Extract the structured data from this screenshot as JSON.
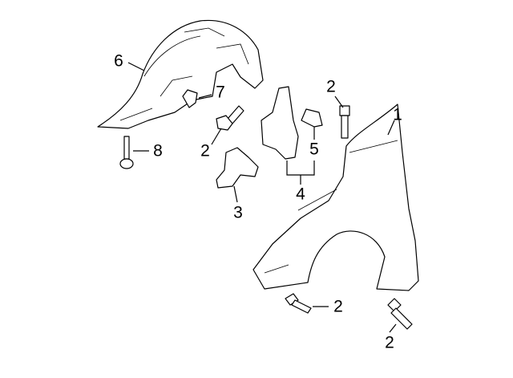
{
  "diagram": {
    "title": "Fender & components parts diagram",
    "callouts": [
      {
        "id": "fender",
        "label": "1"
      },
      {
        "id": "bolt-a",
        "label": "2"
      },
      {
        "id": "bolt-b",
        "label": "2"
      },
      {
        "id": "bolt-c",
        "label": "2"
      },
      {
        "id": "bolt-d",
        "label": "2"
      },
      {
        "id": "bracket",
        "label": "3"
      },
      {
        "id": "bracket-assembly",
        "label": "4"
      },
      {
        "id": "bracket-small",
        "label": "5"
      },
      {
        "id": "fender-liner",
        "label": "6"
      },
      {
        "id": "clip",
        "label": "7"
      },
      {
        "id": "screw",
        "label": "8"
      }
    ]
  }
}
